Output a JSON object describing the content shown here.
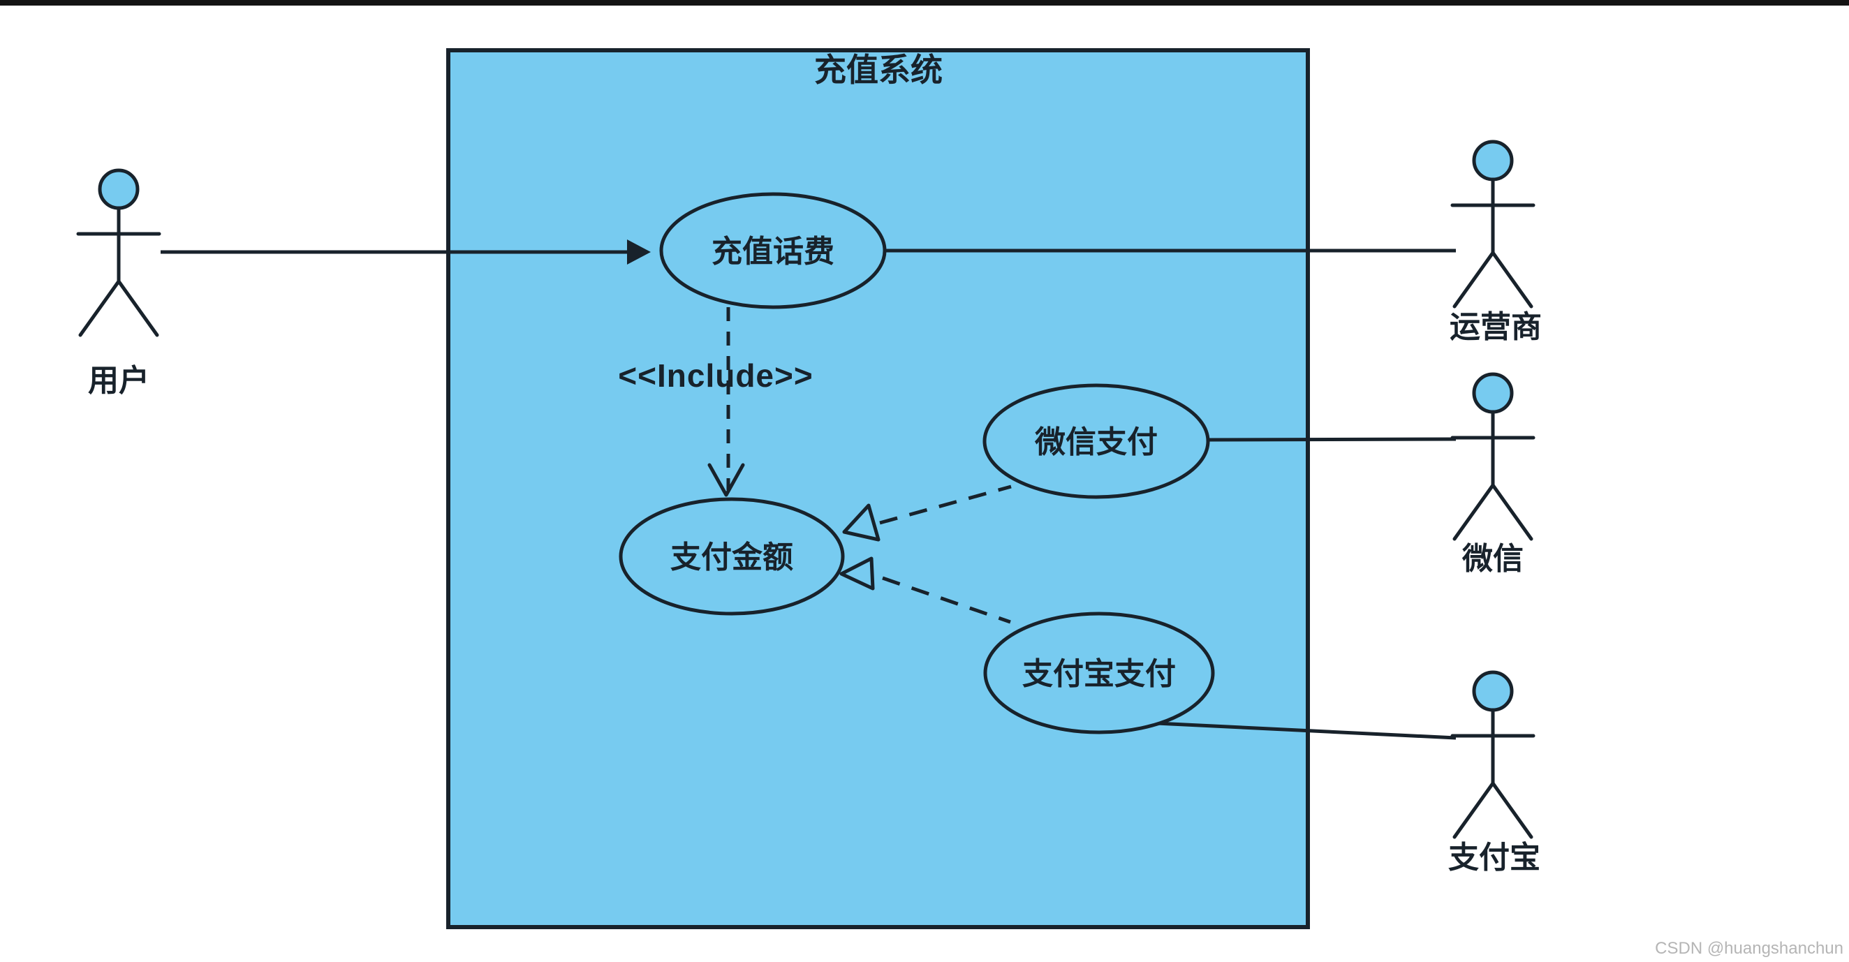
{
  "page": {
    "background": "#ffffff",
    "top_bar_color": "#141414",
    "watermark": "CSDN @huangshanchun",
    "watermark_color": "#b5b5b5"
  },
  "diagram": {
    "type": "uml-use-case",
    "system": {
      "title": "充值系统",
      "fill": "#77cbf0",
      "stroke": "#18222b"
    },
    "actors": {
      "user": {
        "label": "用户"
      },
      "operator": {
        "label": "运营商"
      },
      "wechat": {
        "label": "微信"
      },
      "alipay": {
        "label": "支付宝"
      }
    },
    "use_cases": {
      "recharge": {
        "label": "充值话费"
      },
      "pay_amount": {
        "label": "支付金额"
      },
      "wechat_pay": {
        "label": "微信支付"
      },
      "alipay_pay": {
        "label": "支付宝支付"
      }
    },
    "relations": {
      "include_label": "<<Include>>"
    }
  }
}
